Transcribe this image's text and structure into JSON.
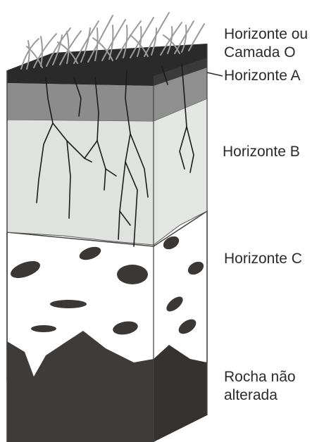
{
  "labels": {
    "horizon_o": [
      "Horizonte ou",
      "Camada O"
    ],
    "horizon_a": "Horizonte A",
    "horizon_b": "Horizonte B",
    "horizon_c": "Horizonte C",
    "bedrock": [
      "Rocha não",
      "alterada"
    ]
  },
  "colors": {
    "horizon_o": "#2a2a2a",
    "horizon_a": "#8c8c8c",
    "horizon_b": "#e0e2e0",
    "horizon_c": "#ffffff",
    "bedrock": "#3e3b39",
    "rocks": "#3a3735",
    "roots": "#1c1c1c",
    "grass": "#9a9a9a",
    "outline": "#444444"
  }
}
